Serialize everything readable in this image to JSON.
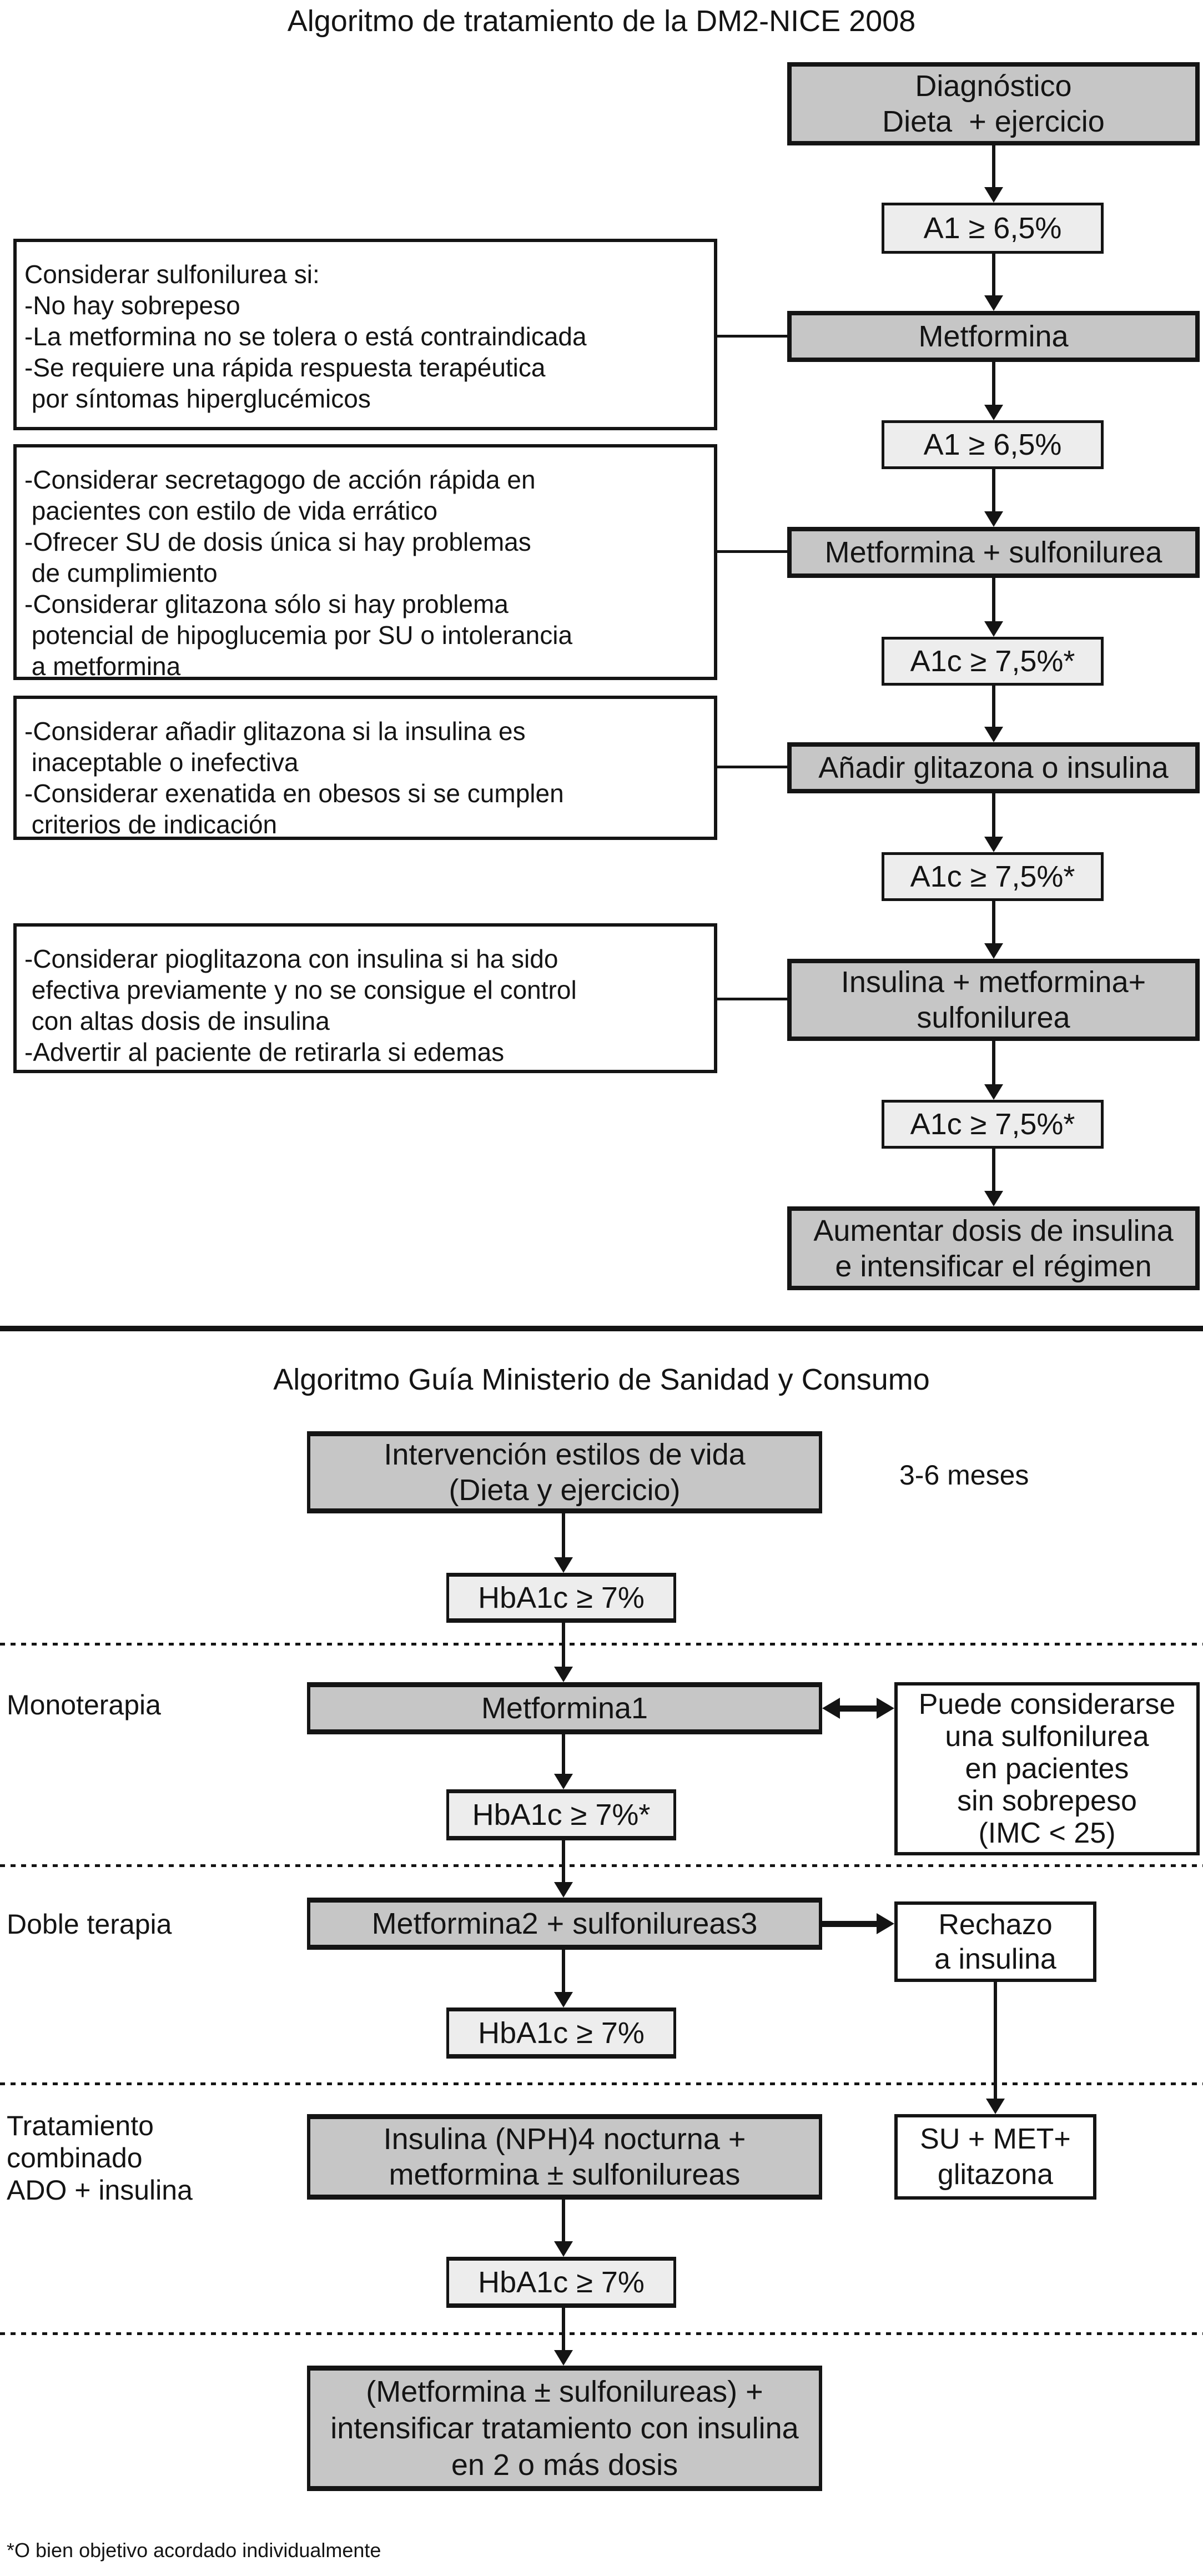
{
  "palette": {
    "box_gray": "#c6c6c6",
    "box_light": "#ededed",
    "box_white": "#ffffff",
    "line_black": "#141414",
    "background": "#ffffff"
  },
  "nice": {
    "title": "Algoritmo de tratamiento de la DM2-NICE 2008",
    "boxes": {
      "diagnostico": "Diagnóstico\nDieta  + ejercicio",
      "a1_1": "A1 ≥ 6,5%",
      "metformina": "Metformina",
      "a1_2": "A1 ≥ 6,5%",
      "met_sulfonilurea": "Metformina + sulfonilurea",
      "a1c_1": "A1c ≥ 7,5%*",
      "anadir_glitazona": "Añadir glitazona o insulina",
      "a1c_2": "A1c ≥ 7,5%*",
      "insulina_met_su": "Insulina + metformina+\nsulfonilurea",
      "a1c_3": "A1c ≥ 7,5%*",
      "aumentar": "Aumentar dosis de insulina\ne intensificar el régimen"
    },
    "notes": {
      "n1": "Considerar sulfonilurea si:\n-No hay sobrepeso\n-La metformina no se tolera o está contraindicada\n-Se requiere una rápida respuesta terapéutica\n por síntomas hiperglucémicos",
      "n2": "-Considerar secretagogo de acción rápida en\n pacientes con estilo de vida errático\n-Ofrecer SU de dosis única si hay problemas\n de cumplimiento\n-Considerar glitazona sólo si hay problema\n potencial de hipoglucemia por SU o intolerancia\n a metformina",
      "n3": "-Considerar añadir glitazona si la insulina es\n inaceptable o inefectiva\n-Considerar exenatida en obesos si se cumplen\n criterios de indicación",
      "n4": "-Considerar pioglitazona con insulina si ha sido\n efectiva previamente y no se consigue el control\n con altas dosis de insulina\n-Advertir al paciente de retirarla si edemas"
    }
  },
  "msc": {
    "title": "Algoritmo Guía Ministerio de Sanidad y Consumo",
    "duration": "3-6 meses",
    "stages": {
      "mono": "Monoterapia",
      "doble": "Doble terapia",
      "combo": "Tratamiento\ncombinado\nADO + insulina"
    },
    "boxes": {
      "intervencion": "Intervención estilos de vida\n(Dieta y ejercicio)",
      "hba1c_1": "HbA1c ≥ 7%",
      "metformina1": "Metformina1",
      "hba1c_2": "HbA1c ≥ 7%*",
      "metformina2": "Metformina2 + sulfonilureas3",
      "hba1c_3": "HbA1c ≥ 7%",
      "insulina_nph": "Insulina (NPH)4 nocturna +\nmetformina ± sulfonilureas",
      "hba1c_4": "HbA1c ≥ 7%",
      "final": "(Metformina ± sulfonilureas) +\nintensificar tratamiento con insulina\nen 2 o más dosis"
    },
    "side": {
      "puede": "Puede considerarse\nuna sulfonilurea\nen pacientes\nsin sobrepeso\n(IMC < 25)",
      "rechazo": "Rechazo\na insulina",
      "su_met": "SU + MET+\nglitazona"
    },
    "footnote": "*O bien objetivo acordado individualmente"
  }
}
